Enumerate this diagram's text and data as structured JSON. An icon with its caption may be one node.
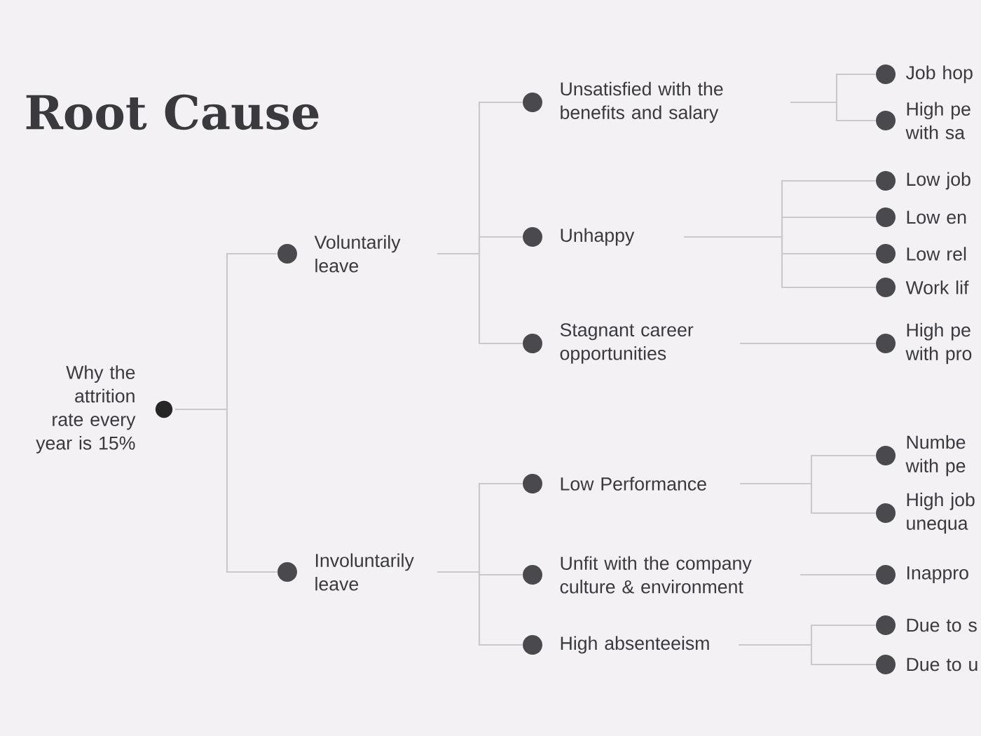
{
  "diagram": {
    "title": "Root Cause",
    "nodes": [
      {
        "text": [
          "Why the attrition rate every year is 15%"
        ]
      },
      {
        "text": [
          "Voluntarily leave"
        ]
      },
      {
        "text": [
          "Involuntarily leave"
        ]
      },
      {
        "text": [
          "Unsatisfied with the benefits and salary"
        ]
      },
      {
        "text": [
          "Unhappy"
        ]
      },
      {
        "text": [
          "Stagnant career opportunities"
        ]
      },
      {
        "text": [
          "Low Performance"
        ]
      },
      {
        "text": [
          "Unfit with the company culture & environment"
        ]
      },
      {
        "text": [
          "High absenteeism"
        ]
      },
      {
        "text": [
          "Job hop"
        ]
      },
      {
        "text": [
          "High pe with sa"
        ]
      },
      {
        "text": [
          "Low job"
        ]
      },
      {
        "text": [
          "Low en"
        ]
      },
      {
        "text": [
          "Low rel"
        ]
      },
      {
        "text": [
          "Work lif"
        ]
      },
      {
        "text": [
          "High pe with pro"
        ]
      },
      {
        "text": [
          "Numbe with pe"
        ]
      },
      {
        "text": [
          "High job unequa"
        ]
      },
      {
        "text": [
          "Inappro"
        ]
      },
      {
        "text": [
          "Due to s"
        ]
      },
      {
        "text": [
          "Due to u"
        ]
      }
    ],
    "edges": [
      {
        "from": 0,
        "to": 1,
        "arrow": "none"
      },
      {
        "from": 0,
        "to": 2,
        "arrow": "none"
      },
      {
        "from": 1,
        "to": 3,
        "arrow": "none"
      },
      {
        "from": 1,
        "to": 4,
        "arrow": "none"
      },
      {
        "from": 1,
        "to": 5,
        "arrow": "none"
      },
      {
        "from": 2,
        "to": 6,
        "arrow": "none"
      },
      {
        "from": 2,
        "to": 7,
        "arrow": "none"
      },
      {
        "from": 2,
        "to": 8,
        "arrow": "none"
      },
      {
        "from": 3,
        "to": 9,
        "arrow": "none"
      },
      {
        "from": 3,
        "to": 10,
        "arrow": "none"
      },
      {
        "from": 4,
        "to": 11,
        "arrow": "none"
      },
      {
        "from": 4,
        "to": 12,
        "arrow": "none"
      },
      {
        "from": 4,
        "to": 13,
        "arrow": "none"
      },
      {
        "from": 4,
        "to": 14,
        "arrow": "none"
      },
      {
        "from": 5,
        "to": 15,
        "arrow": "none"
      },
      {
        "from": 6,
        "to": 16,
        "arrow": "none"
      },
      {
        "from": 6,
        "to": 17,
        "arrow": "none"
      },
      {
        "from": 7,
        "to": 18,
        "arrow": "none"
      },
      {
        "from": 8,
        "to": 19,
        "arrow": "none"
      },
      {
        "from": 8,
        "to": 20,
        "arrow": "none"
      }
    ]
  }
}
